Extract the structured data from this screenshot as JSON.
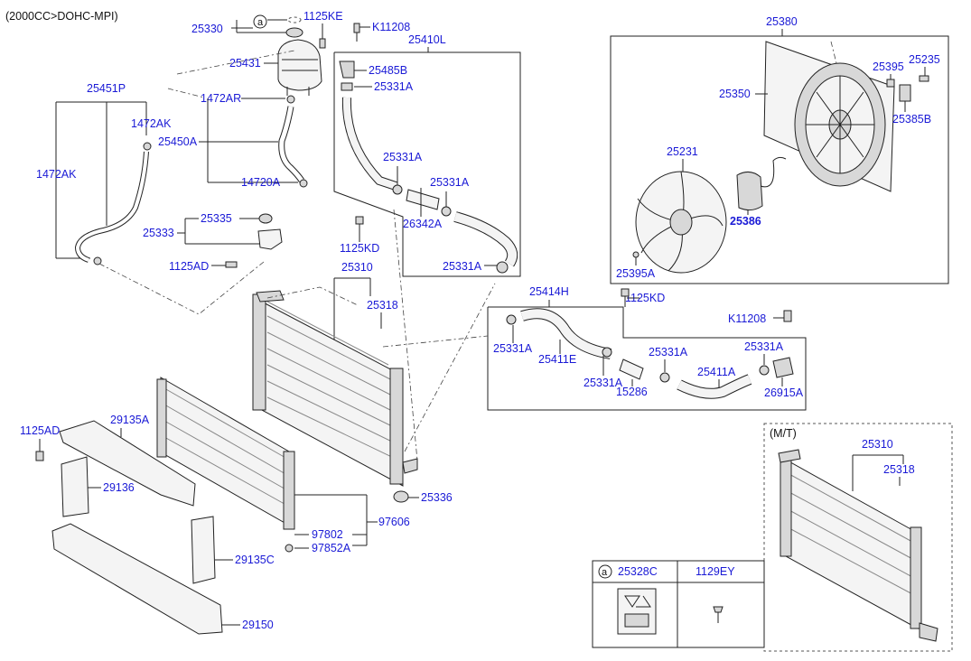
{
  "header": {
    "engine_note": "(2000CC>DOHC-MPI)"
  },
  "callouts": {
    "c25330": "25330",
    "c_a": "a",
    "c1125KE": "1125KE",
    "cK11208_top": "K11208",
    "c25431": "25431",
    "c25451P": "25451P",
    "c1472AK_1": "1472AK",
    "c1472AR": "1472AR",
    "c25450A": "25450A",
    "c1472AK_2": "1472AK",
    "c14720A": "14720A",
    "c25335": "25335",
    "c25333": "25333",
    "c1125AD_1": "1125AD",
    "c25410L": "25410L",
    "c25485B": "25485B",
    "c25331A_1": "25331A",
    "c25331A_2": "25331A",
    "c25331A_3": "25331A",
    "c26342A": "26342A",
    "c1125KD_1": "1125KD",
    "c25331A_4": "25331A",
    "c25310_1": "25310",
    "c25318_1": "25318",
    "c25380": "25380",
    "c25395": "25395",
    "c25235": "25235",
    "c25350": "25350",
    "c25385B": "25385B",
    "c25231": "25231",
    "c25386": "25386",
    "c25395A": "25395A",
    "c25414H": "25414H",
    "c1125KD_2": "1125KD",
    "cK11208_2": "K11208",
    "c25331A_5": "25331A",
    "c25411E": "25411E",
    "c25331A_6": "25331A",
    "c25331A_7": "25331A",
    "c25331A_8": "25331A",
    "c15286": "15286",
    "c25411A": "25411A",
    "c26915A": "26915A",
    "c1125AD_2": "1125AD",
    "c29135A": "29135A",
    "c29136": "29136",
    "c25336": "25336",
    "c97606": "97606",
    "c97802": "97802",
    "c97852A": "97852A",
    "c29135C": "29135C",
    "c29150": "29150",
    "c_mt": "(M/T)",
    "c25310_2": "25310",
    "c25318_2": "25318"
  },
  "legend_table": {
    "col1_marker": "a",
    "col1_part": "25328C",
    "col2_part": "1129EY"
  }
}
